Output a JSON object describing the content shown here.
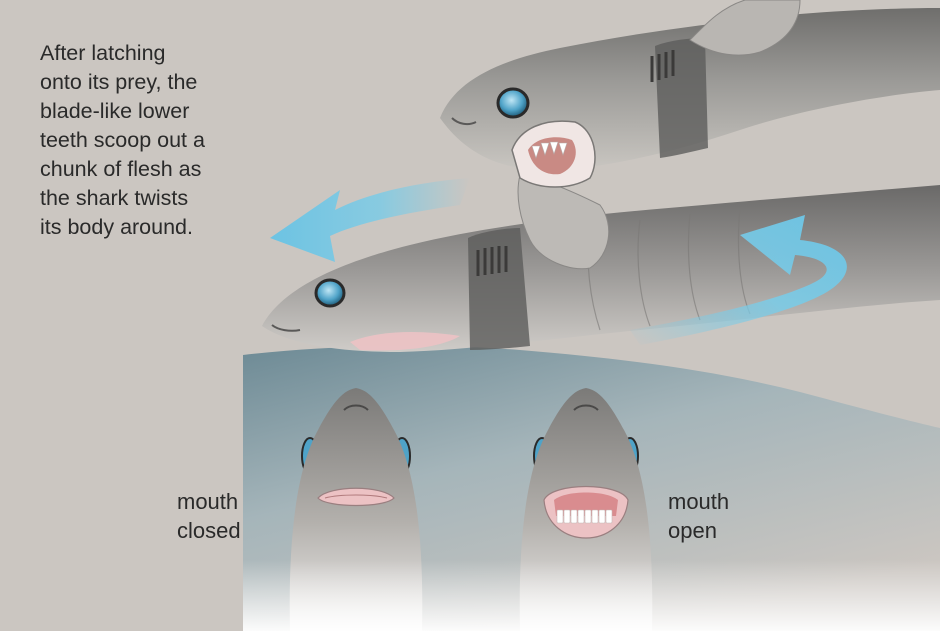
{
  "description": {
    "lines": [
      "After latching",
      "onto its prey, the",
      "blade-like lower",
      "teeth scoop out a",
      "chunk of flesh as",
      "the shark twists",
      "its body around."
    ]
  },
  "labels": {
    "closed": [
      "mouth",
      "closed"
    ],
    "open": [
      "mouth",
      "open"
    ]
  },
  "colors": {
    "background": "#cbc6c1",
    "water": "#6f8b96",
    "arrow": "#7ccbe6",
    "shark_body": "#8f8e8c",
    "gill_band": "#5d5c5b",
    "eye": "#4fa3c8",
    "mouth_pink": "#ecc2c4"
  }
}
